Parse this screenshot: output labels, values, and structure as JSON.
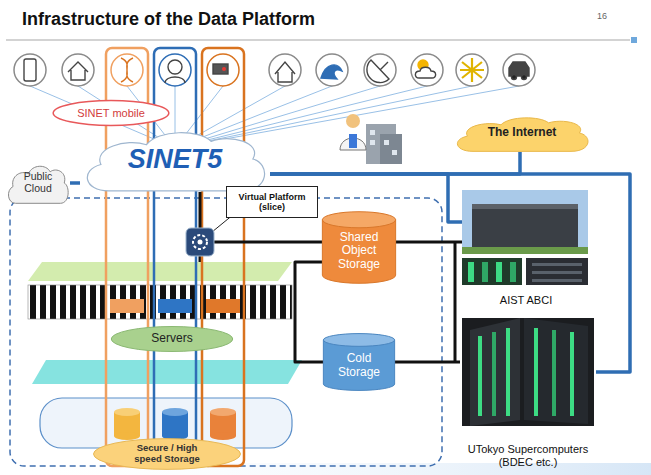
{
  "diagram": {
    "title": "Infrastructure of the Data Platform",
    "nodes": [
      {
        "text": [
          "SINET mobile"
        ]
      },
      {
        "text": [
          "The Internet"
        ]
      },
      {
        "text": [
          "Public Cloud"
        ]
      },
      {
        "text": [
          "SINET5"
        ]
      },
      {
        "text": [
          "Virtual Platform (slice)"
        ]
      },
      {
        "text": [
          "Shared Object Storage"
        ]
      },
      {
        "text": [
          "AIST ABCI"
        ]
      },
      {
        "text": [
          "Servers"
        ]
      },
      {
        "text": [
          "Cold Storage"
        ]
      },
      {
        "text": [
          "UTokyo Supercomputers (BDEC etc.)"
        ]
      },
      {
        "text": [
          "Secure / High speed Storage"
        ]
      }
    ],
    "edges": [
      {
        "from": 2,
        "to": 3,
        "arrow": "none"
      },
      {
        "from": 3,
        "to": 1,
        "arrow": "none"
      },
      {
        "from": 3,
        "to": 6,
        "arrow": "none"
      },
      {
        "from": 3,
        "to": 9,
        "arrow": "none"
      },
      {
        "from": 3,
        "to": 5,
        "arrow": "none"
      },
      {
        "from": 5,
        "to": 6,
        "arrow": "none"
      },
      {
        "from": 5,
        "to": 8,
        "arrow": "none"
      },
      {
        "from": 8,
        "to": 9,
        "arrow": "none"
      }
    ],
    "labels": [
      "16"
    ]
  }
}
